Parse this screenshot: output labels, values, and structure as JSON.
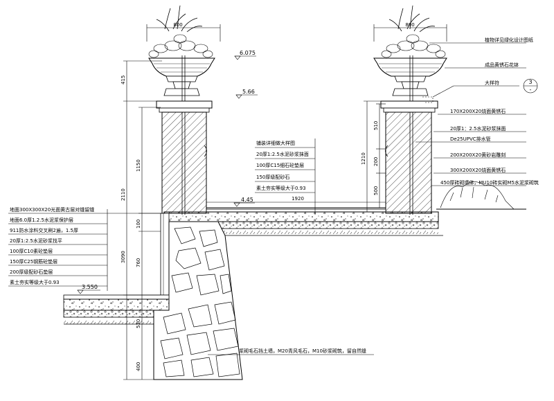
{
  "dimensions": {
    "planter_width_left": "800",
    "planter_width_right": "800",
    "left_415": "415",
    "left_2110": "2110",
    "left_1150": "1150",
    "left_100": "100",
    "left_3090": "3090",
    "left_760": "760",
    "left_530": "530",
    "left_400": "400",
    "right_510": "510",
    "right_1210": "1210",
    "right_200": "200",
    "right_500": "500",
    "bottom_span": "1920"
  },
  "elevations": {
    "top": "6.075",
    "coping": "5.66",
    "pool_floor": "4.45",
    "ground": "3.550"
  },
  "right_labels": [
    "植物详见绿化设计图纸",
    "成品黄锈石花钵",
    "大样符",
    "170X200X20烧面黄锈石",
    "20厚1：2.5水泥砂浆抹面",
    "De25UPVC排水管",
    "200X200X20黄砂岩雕刻",
    "300X200X20烧面黄锈石",
    "450厚砖砌墙体，MU10砖实砌M5水泥浆砌筑"
  ],
  "detail_symbol": {
    "top": "3",
    "bottom": "-"
  },
  "center_labels": [
    "铺装详细做大样图",
    "20厚1:2.5水泥砂浆抹面",
    "100厚C15细石砼垫层",
    "150厚级配砂石",
    "素土夯实等级大于0.93"
  ],
  "left_labels": [
    "地面300X300X20光面黄古层对缝留缝",
    "地面6.0厚1.2.5水泥浆保护层",
    "911防水涂料交叉刷2遍，1.5厚",
    "20厚1:2.5水泥砂浆找平",
    "100厚C10素砼垫层",
    "150厚C25钢筋砼垫层",
    "200厚级配砂石垫层",
    "素土夯实等级大于0.93"
  ],
  "bottom_note": "浆砌毛石挡土墙，M20青风毛石，M10砂浆砌筑，留自然缝"
}
